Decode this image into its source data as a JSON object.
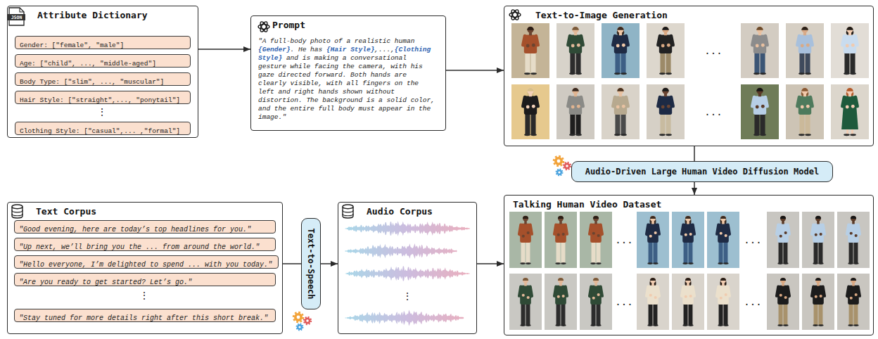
{
  "diagram": {
    "nodes": [
      {
        "text": [
          "Attribute Dictionary"
        ]
      },
      {
        "text": [
          "Gender: [\"female\", \"male\"]"
        ],
        "in": 0
      },
      {
        "text": [
          "Age: [\"child\", ..., \"middle-aged\"]"
        ],
        "in": 0
      },
      {
        "text": [
          "Body Type: [\"slim\", ..., \"muscular\"]"
        ],
        "in": 0
      },
      {
        "text": [
          "Hair Style: [\"straight\",..., \"ponytail\"]"
        ],
        "in": 0
      },
      {
        "text": [
          "Clothing Style: [\"casual\",... ,\"formal\"]"
        ],
        "in": 0
      },
      {
        "text": [
          "Prompt",
          "\"A full-body photo of a realistic human {Gender}. He has {Hair Style},...,{Clothing Style} and is making a conversational gesture while facing the camera, with his gaze directed forward. Both hands are clearly visible, with all fingers on the left and right hands shown without distortion. The background is a solid color, and the entire full body must appear in the image.\""
        ]
      },
      {
        "text": [
          "Text-to-Image Generation"
        ]
      },
      {
        "text": [
          "Audio-Driven Large Human Video Diffusion Model"
        ]
      },
      {
        "text": [
          "Text Corpus"
        ]
      },
      {
        "text": [
          "\"Good evening, here are today’s top headlines for you.\""
        ],
        "in": 9
      },
      {
        "text": [
          "\"Up next, we’ll bring you the ... from around the world.\""
        ],
        "in": 9
      },
      {
        "text": [
          "\"Hello everyone, I’m delighted to spend ... with you today.\""
        ],
        "in": 9
      },
      {
        "text": [
          "\"Are you ready to get started? Let’s go.\""
        ],
        "in": 9
      },
      {
        "text": [
          "\"Stay tuned for more details right after this short break.\""
        ],
        "in": 9
      },
      {
        "text": [
          "Text-to-Speech"
        ]
      },
      {
        "text": [
          "Audio Corpus"
        ]
      },
      {
        "text": [
          "Talking Human Video Dataset"
        ]
      }
    ],
    "edges": [
      {
        "from": 0,
        "to": 6,
        "arrow": "to"
      },
      {
        "from": 6,
        "to": 7,
        "arrow": "to"
      },
      {
        "from": 7,
        "to": 8,
        "arrow": "none"
      },
      {
        "from": 8,
        "to": 17,
        "arrow": "to"
      },
      {
        "from": 9,
        "to": 15,
        "arrow": "none"
      },
      {
        "from": 15,
        "to": 16,
        "arrow": "to"
      },
      {
        "from": 16,
        "to": 17,
        "arrow": "to"
      }
    ],
    "labels": [
      "JSON",
      "⋮",
      "...",
      "...",
      "⋮",
      "⋮",
      "...",
      "...",
      "...",
      "..."
    ]
  }
}
